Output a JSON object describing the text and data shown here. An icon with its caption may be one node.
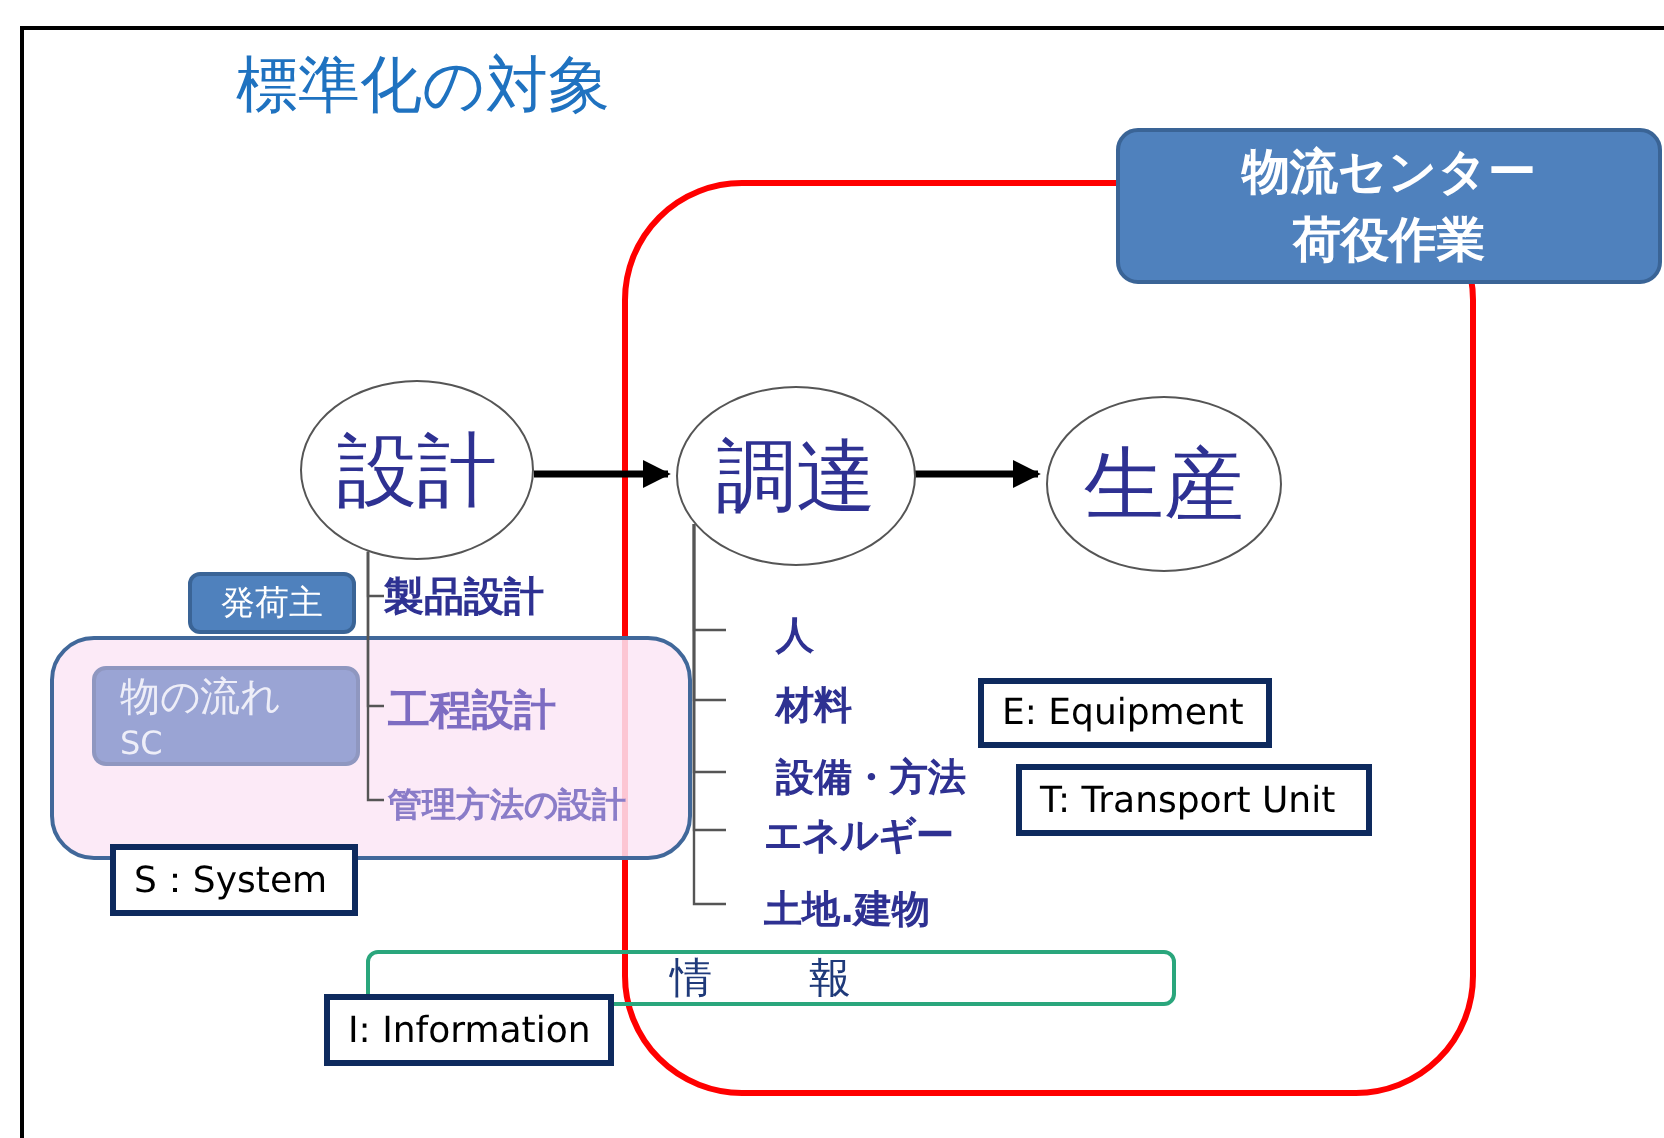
{
  "diagram": {
    "title": "標準化の対象",
    "nodes": [
      {
        "text": [
          "設計"
        ]
      },
      {
        "text": [
          "調達"
        ],
        "in": 3
      },
      {
        "text": [
          "生産"
        ],
        "in": 3
      },
      {
        "text": [],
        "shape": "box"
      },
      {
        "text": [
          "物流センター荷役作業"
        ]
      },
      {
        "text": [
          "発荷主"
        ]
      },
      {
        "text": [],
        "shape": "box"
      },
      {
        "text": [
          "物の流れ",
          "SC"
        ],
        "in": 6
      },
      {
        "text": [
          "S：System"
        ]
      },
      {
        "text": [
          "情 報"
        ]
      },
      {
        "text": [
          "I: Information"
        ]
      },
      {
        "text": [
          "E: Equipment"
        ],
        "in": 3
      },
      {
        "text": [
          "T: Transport Unit"
        ],
        "in": 3
      },
      {
        "text": [
          "製品設計"
        ]
      },
      {
        "text": [
          "工程設計"
        ],
        "in": 6
      },
      {
        "text": [
          "管理方法の設計"
        ],
        "in": 6
      },
      {
        "text": [
          "人"
        ],
        "in": 3
      },
      {
        "text": [
          "材料"
        ],
        "in": 3
      },
      {
        "text": [
          "設備・方法"
        ],
        "in": 3
      },
      {
        "text": [
          "エネルギー"
        ],
        "in": 3
      },
      {
        "text": [
          "土地.建物"
        ],
        "in": 3
      }
    ],
    "edges": [
      {
        "from": 0,
        "to": 1,
        "arrow": "to",
        "style": "thick"
      },
      {
        "from": 1,
        "to": 2,
        "arrow": "to",
        "style": "thick"
      },
      {
        "from": 0,
        "to": 13,
        "arrow": "none"
      },
      {
        "from": 0,
        "to": 14,
        "arrow": "none"
      },
      {
        "from": 0,
        "to": 15,
        "arrow": "none"
      },
      {
        "from": 1,
        "to": 16,
        "arrow": "none"
      },
      {
        "from": 1,
        "to": 17,
        "arrow": "none"
      },
      {
        "from": 1,
        "to": 18,
        "arrow": "none"
      },
      {
        "from": 1,
        "to": 19,
        "arrow": "none"
      },
      {
        "from": 1,
        "to": 20,
        "arrow": "none"
      }
    ]
  }
}
